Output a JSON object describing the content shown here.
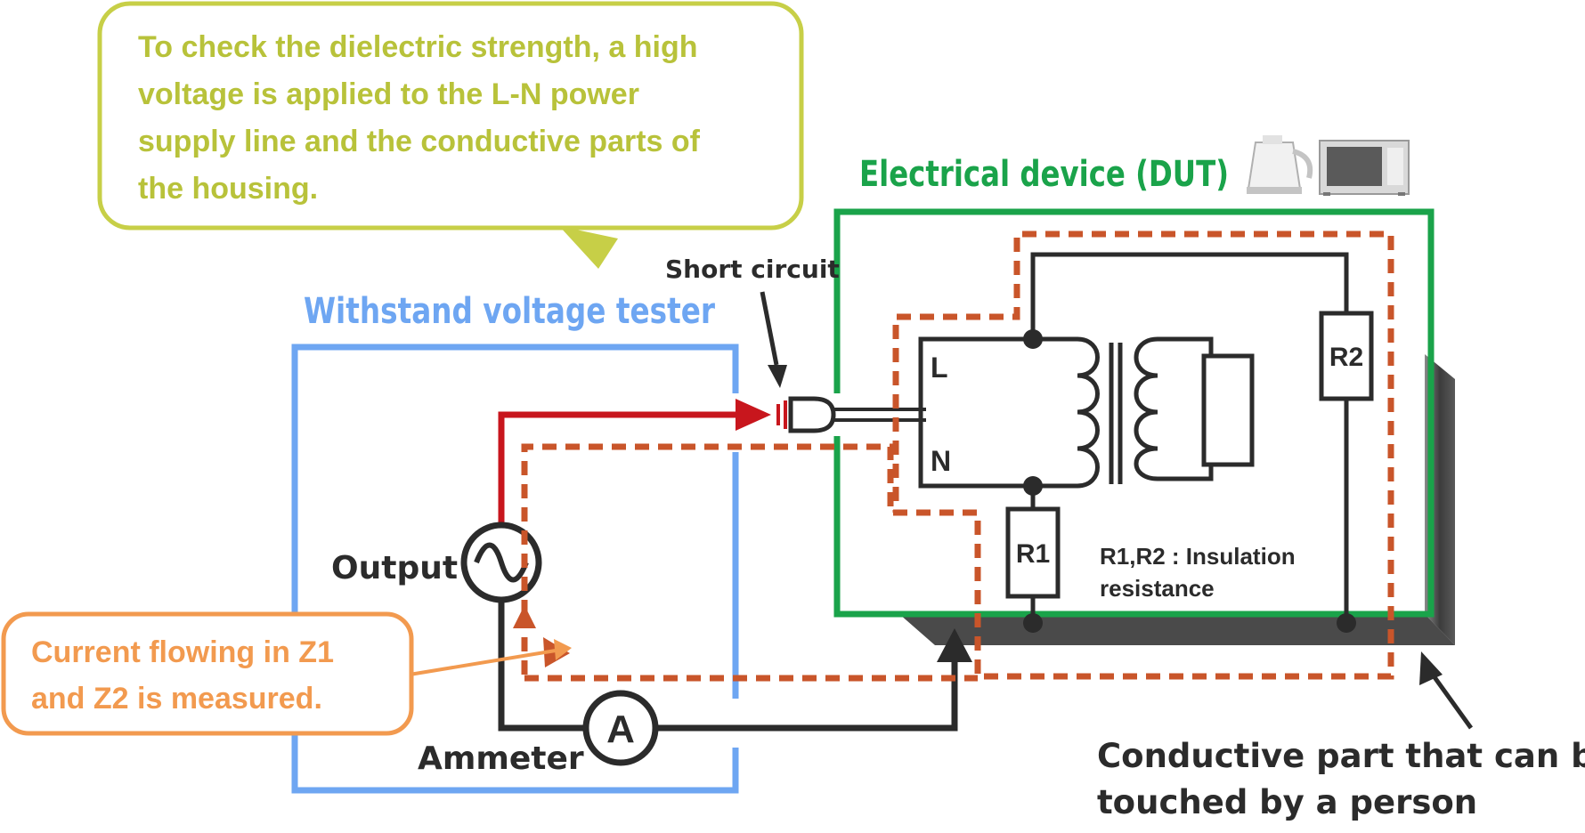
{
  "callouts": {
    "dielectric_lines": [
      "To check the dielectric strength, a high",
      "voltage is applied to the L-N power",
      "supply line and the conductive parts of",
      "the housing."
    ],
    "current_lines": [
      "Current flowing in Z1",
      "and Z2 is measured."
    ]
  },
  "labels": {
    "tester": "Withstand voltage tester",
    "dut": "Electrical device (DUT)",
    "short_circuit": "Short circuit",
    "output": "Output",
    "ammeter": "Ammeter",
    "ammeter_symbol": "A",
    "line_L": "L",
    "line_N": "N",
    "r1": "R1",
    "r2": "R2",
    "insulation_lines": [
      "R1,R2 : Insulation",
      "resistance"
    ],
    "conductive_lines": [
      "Conductive part that can be",
      "touched by a person"
    ]
  },
  "colors": {
    "callout_green": "#c7cf47",
    "callout_text_green": "#b8c23a",
    "tester_blue": "#6ea6f2",
    "dut_green": "#1aa34a",
    "hv_red": "#c8161d",
    "path_orange": "#c9552a",
    "current_orange": "#f29a4f",
    "wire_dark": "#2b2b2b"
  }
}
